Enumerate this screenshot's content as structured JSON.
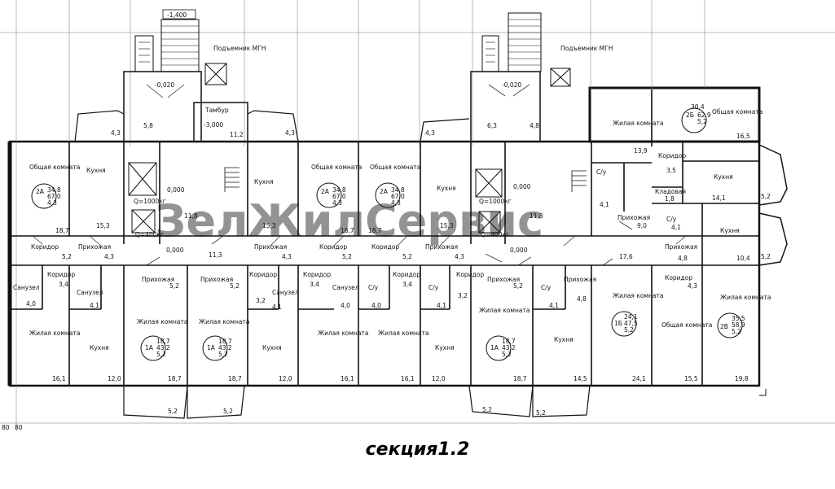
{
  "caption": "секция1.2",
  "watermark": "ЗелЖилСервис",
  "level_marks": {
    "entrance_top": "-1,400",
    "landing_left": "-0,020",
    "landing_right": "-0,020",
    "tambour": "-3,000",
    "floor_1": "0,000",
    "floor_2": "0,000",
    "floor_3": "0,000",
    "floor_4": "0,000"
  },
  "labels": {
    "lift_mgn": "Подъемник МГН",
    "tambour": "Тамбур",
    "living": "Жилая комната",
    "common": "Общая комната",
    "kitchen": "Кухня",
    "corridor": "Коридор",
    "hall": "Прихожая",
    "bath": "Санузел",
    "wc": "С/у",
    "storage": "Кладовая",
    "lift_1000": "Q=1000кг",
    "lift_400": "Q=400кг"
  },
  "apartments": {
    "a2_1": {
      "type": "2A",
      "living": "34,8",
      "total": "67,0",
      "h": "4,3"
    },
    "a2_2": {
      "type": "2A",
      "living": "34,8",
      "total": "67,0",
      "h": "4,3"
    },
    "a2_3": {
      "type": "2A",
      "living": "34,8",
      "total": "67,0",
      "h": "4,3"
    },
    "a1_1": {
      "type": "1A",
      "living": "18,7",
      "total": "43,2",
      "h": "5,2"
    },
    "a1_2": {
      "type": "1A",
      "living": "18,7",
      "total": "43,2",
      "h": "5,2"
    },
    "a1_3": {
      "type": "1A",
      "living": "18,7",
      "total": "43,2",
      "h": "5,2"
    },
    "b2": {
      "type": "2Б",
      "living": "30,4",
      "total": "62,9",
      "h": "5,2"
    },
    "b1": {
      "type": "1Б",
      "living": "24,1",
      "total": "47,5",
      "h": "5,2"
    },
    "v2": {
      "type": "2В",
      "living": "35,5",
      "total": "58,9",
      "h": "5,2"
    }
  },
  "areas": {
    "a_18_7": "18,7",
    "a_15_3": "15,3",
    "a_5_2": "5,2",
    "a_4_3": "4,3",
    "a_11_3": "11,3",
    "a_11_8": "11,8",
    "a_11_2": "11,2",
    "a_5_8": "5,8",
    "a_6_3": "6,3",
    "a_4_8": "4,8",
    "a_16_1": "16,1",
    "a_12_0": "12,0",
    "a_4_0": "4,0",
    "a_4_1": "4,1",
    "a_3_4": "3,4",
    "a_3_2": "3,2",
    "a_14_5": "14,5",
    "a_24_1": "24,1",
    "a_15_5": "15,5",
    "a_19_8": "19,8",
    "a_13_9": "13,9",
    "a_16_5": "16,5",
    "a_3_5": "3,5",
    "a_14_1": "14,1",
    "a_1_8": "1,8",
    "a_9_0": "9,0",
    "a_17_6": "17,6",
    "a_10_4": "10,4",
    "a_80": "80"
  }
}
